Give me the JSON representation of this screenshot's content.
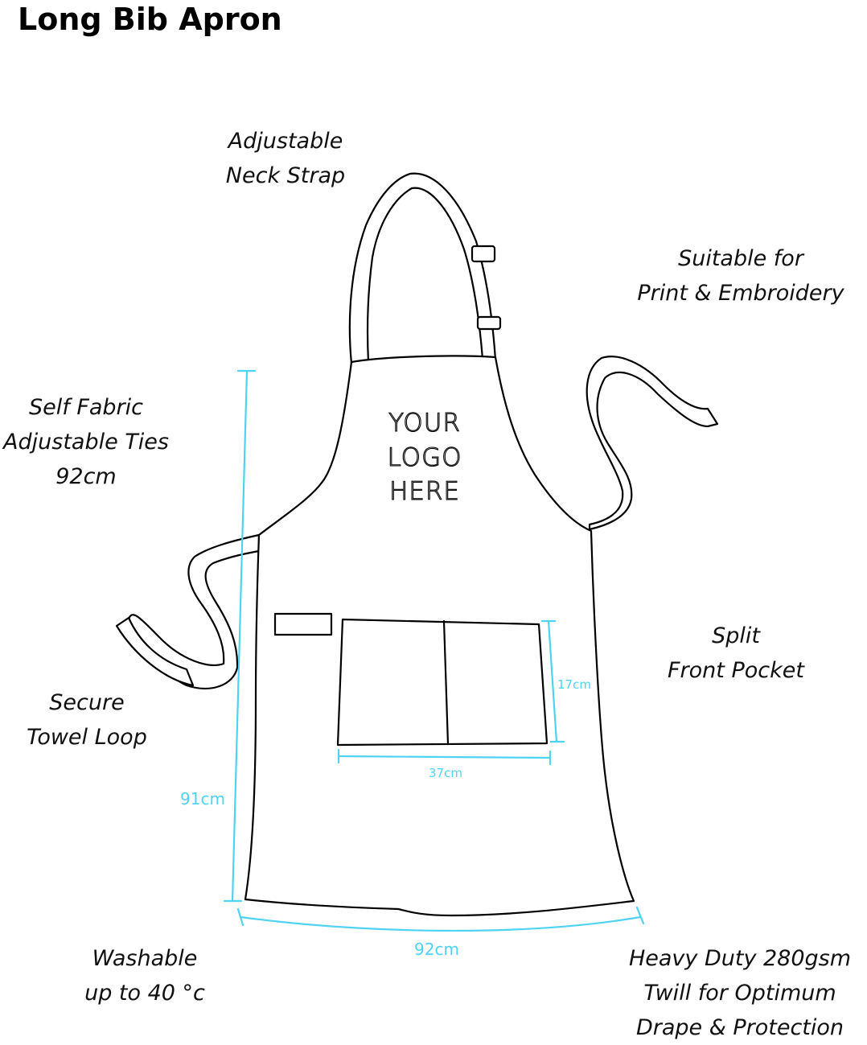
{
  "title": "Long Bib Apron",
  "callouts": {
    "neck_strap": [
      "Adjustable",
      "Neck Strap"
    ],
    "print": [
      "Suitable for",
      "Print & Embroidery"
    ],
    "ties": [
      "Self Fabric",
      "Adjustable Ties",
      "92cm"
    ],
    "pocket": [
      "Split",
      "Front Pocket"
    ],
    "towel_loop": [
      "Secure",
      "Towel Loop"
    ],
    "washable": [
      "Washable",
      "up to 40 °c"
    ],
    "fabric": [
      "Heavy Duty 280gsm",
      "Twill for Optimum",
      "Drape & Protection"
    ]
  },
  "logo": [
    "YOUR",
    "LOGO",
    "HERE"
  ],
  "dimensions": {
    "height": "91cm",
    "width": "92cm",
    "pocket_width": "37cm",
    "pocket_height": "17cm"
  },
  "colors": {
    "dimension": "#4fd3f2",
    "outline": "#000000"
  }
}
